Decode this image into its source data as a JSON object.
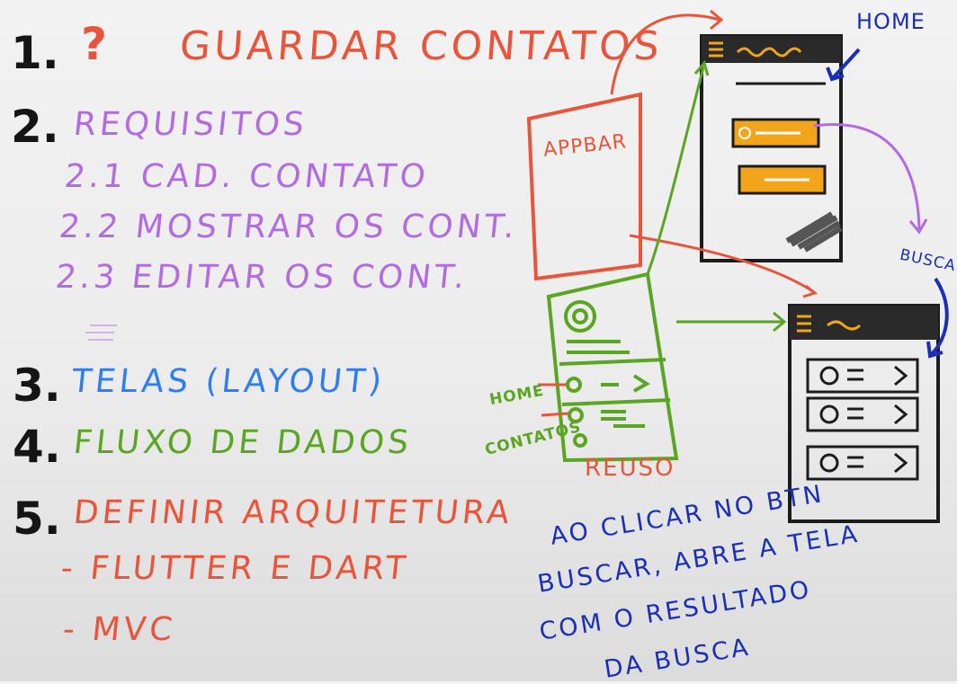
{
  "items": {
    "n1": "1.",
    "q": "?",
    "guardar": "GUARDAR CONTATOS",
    "n2": "2.",
    "requisitos": "REQUISITOS",
    "r21": "2.1  CAD. CONTATO",
    "r22": "2.2  MOSTRAR OS CONT.",
    "r23": "2.3  EDITAR OS  CONT.",
    "n3": "3.",
    "telas": "TELAS (LAYOUT)",
    "n4": "4.",
    "fluxo": "FLUXO DE DADOS",
    "n5": "5.",
    "definir": "DEFINIR ARQUITETURA",
    "flutter": "- FLUTTER E DART",
    "mvc": "- MVC"
  },
  "diagram": {
    "appbar": "APPBAR",
    "home": "HOME",
    "busca": "BUSCA",
    "reuso": "REUSO",
    "home_small": "HOME",
    "contatos_small": "CONTATOS",
    "note": [
      "AO CLICAR NO BTN",
      "BUSCAR, ABRE A TELA",
      "COM O RESULTADO",
      "DA BUSCA"
    ]
  },
  "colors": {
    "orange": "#e8553a",
    "purple": "#b36be0",
    "blue": "#2f7df0",
    "green": "#5aa521",
    "navy": "#1a2fb8",
    "amber": "#f2a51a",
    "dark": "#2a2a2a"
  }
}
